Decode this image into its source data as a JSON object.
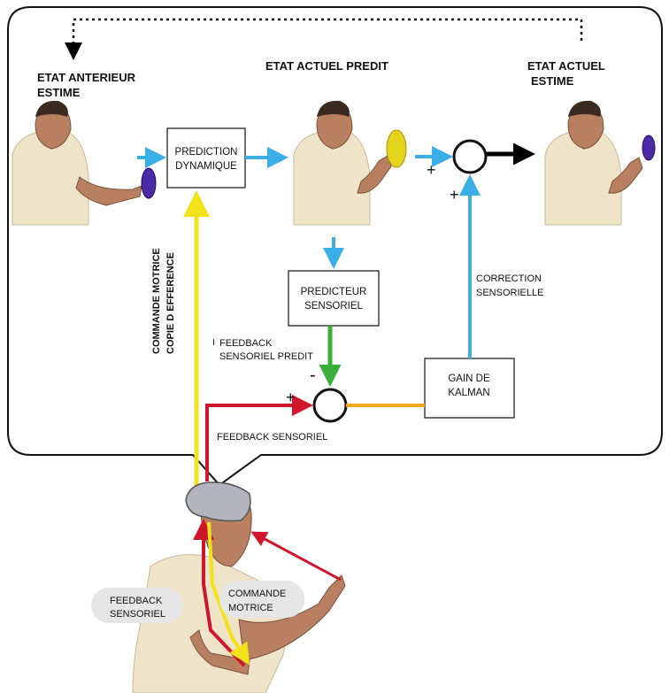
{
  "titles": {
    "prev_line1": "ETAT ANTERIEUR",
    "prev_line2": "ESTIME",
    "predicted": "ETAT ACTUEL PREDIT",
    "current_line1": "ETAT ACTUEL",
    "current_line2": "ESTIME"
  },
  "boxes": {
    "prediction_line1": "PREDICTION",
    "prediction_line2": "DYNAMIQUE",
    "predicteur_line1": "PREDICTEUR",
    "predicteur_line2": "SENSORIEL",
    "gain_line1": "GAIN DE",
    "gain_line2": "KALMAN"
  },
  "labels": {
    "motor_line1": "COMMANDE MOTRICE",
    "motor_line2": "COPIE D EFFERENCE",
    "fb_pred_line1": "FEEDBACK",
    "fb_pred_line2": "SENSORIEL PREDIT",
    "fb_sens": "FEEDBACK SENSORIEL",
    "correction_line1": "CORRECTION",
    "correction_line2": "SENSORIELLE",
    "plus": "+",
    "minus": "-",
    "bottom_fb_line1": "FEEDBACK",
    "bottom_fb_line2": "SENSORIEL",
    "bottom_cmd_line1": "COMMANDE",
    "bottom_cmd_line2": "MOTRICE",
    "cursor_mark": "I"
  },
  "colors": {
    "blue": "#3aaee6",
    "yellow": "#f2e21a",
    "green": "#3cae3a",
    "red": "#d0162c",
    "orange": "#f0a81a",
    "black": "#000000"
  }
}
